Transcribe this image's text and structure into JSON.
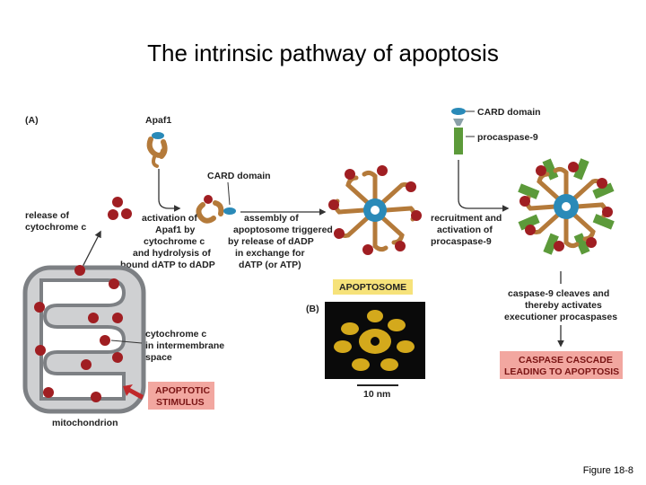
{
  "title": "The intrinsic pathway of apoptosis",
  "caption": "Figure 18-8",
  "panel_a": "(A)",
  "panel_b": "(B)",
  "labels": {
    "apaf1": "Apaf1",
    "card_domain_mid": "CARD domain",
    "card_domain_top": "CARD domain",
    "procaspase9": "procaspase-9",
    "release": [
      "release of",
      "cytochrome c"
    ],
    "activation": [
      "activation of",
      "Apaf1 by",
      "cytochrome c",
      "and hydrolysis of",
      "bound dATP to dADP"
    ],
    "assembly": [
      "assembly of",
      "apoptosome triggered",
      "by release of dADP",
      "in exchange for",
      "dATP (or ATP)"
    ],
    "recruitment": [
      "recruitment and",
      "activation of",
      "procaspase-9"
    ],
    "cleave": [
      "caspase-9 cleaves and",
      "thereby activates",
      "executioner procaspases"
    ],
    "cytochrome_space": [
      "cytochrome c",
      "in intermembrane",
      "space"
    ],
    "mitochondrion": "mitochondrion",
    "apoptosome": "APOPTOSOME",
    "scale": "10 nm",
    "stimulus": [
      "APOPTOTIC",
      "STIMULUS"
    ],
    "cascade": [
      "CASPASE CASCADE",
      "LEADING TO APOPTOSIS"
    ]
  },
  "colors": {
    "cytochrome": "#a01e22",
    "apaf": "#b47a3a",
    "card": "#2a8ab8",
    "procaspase": "#5c9a3a",
    "mito_fill": "#cfd0d2",
    "mito_edge": "#7d8084",
    "box_yellow": "#f6e27a",
    "box_pink": "#f2a7a0",
    "arrow": "#333333",
    "stimulus_arrow": "#c0282a"
  }
}
